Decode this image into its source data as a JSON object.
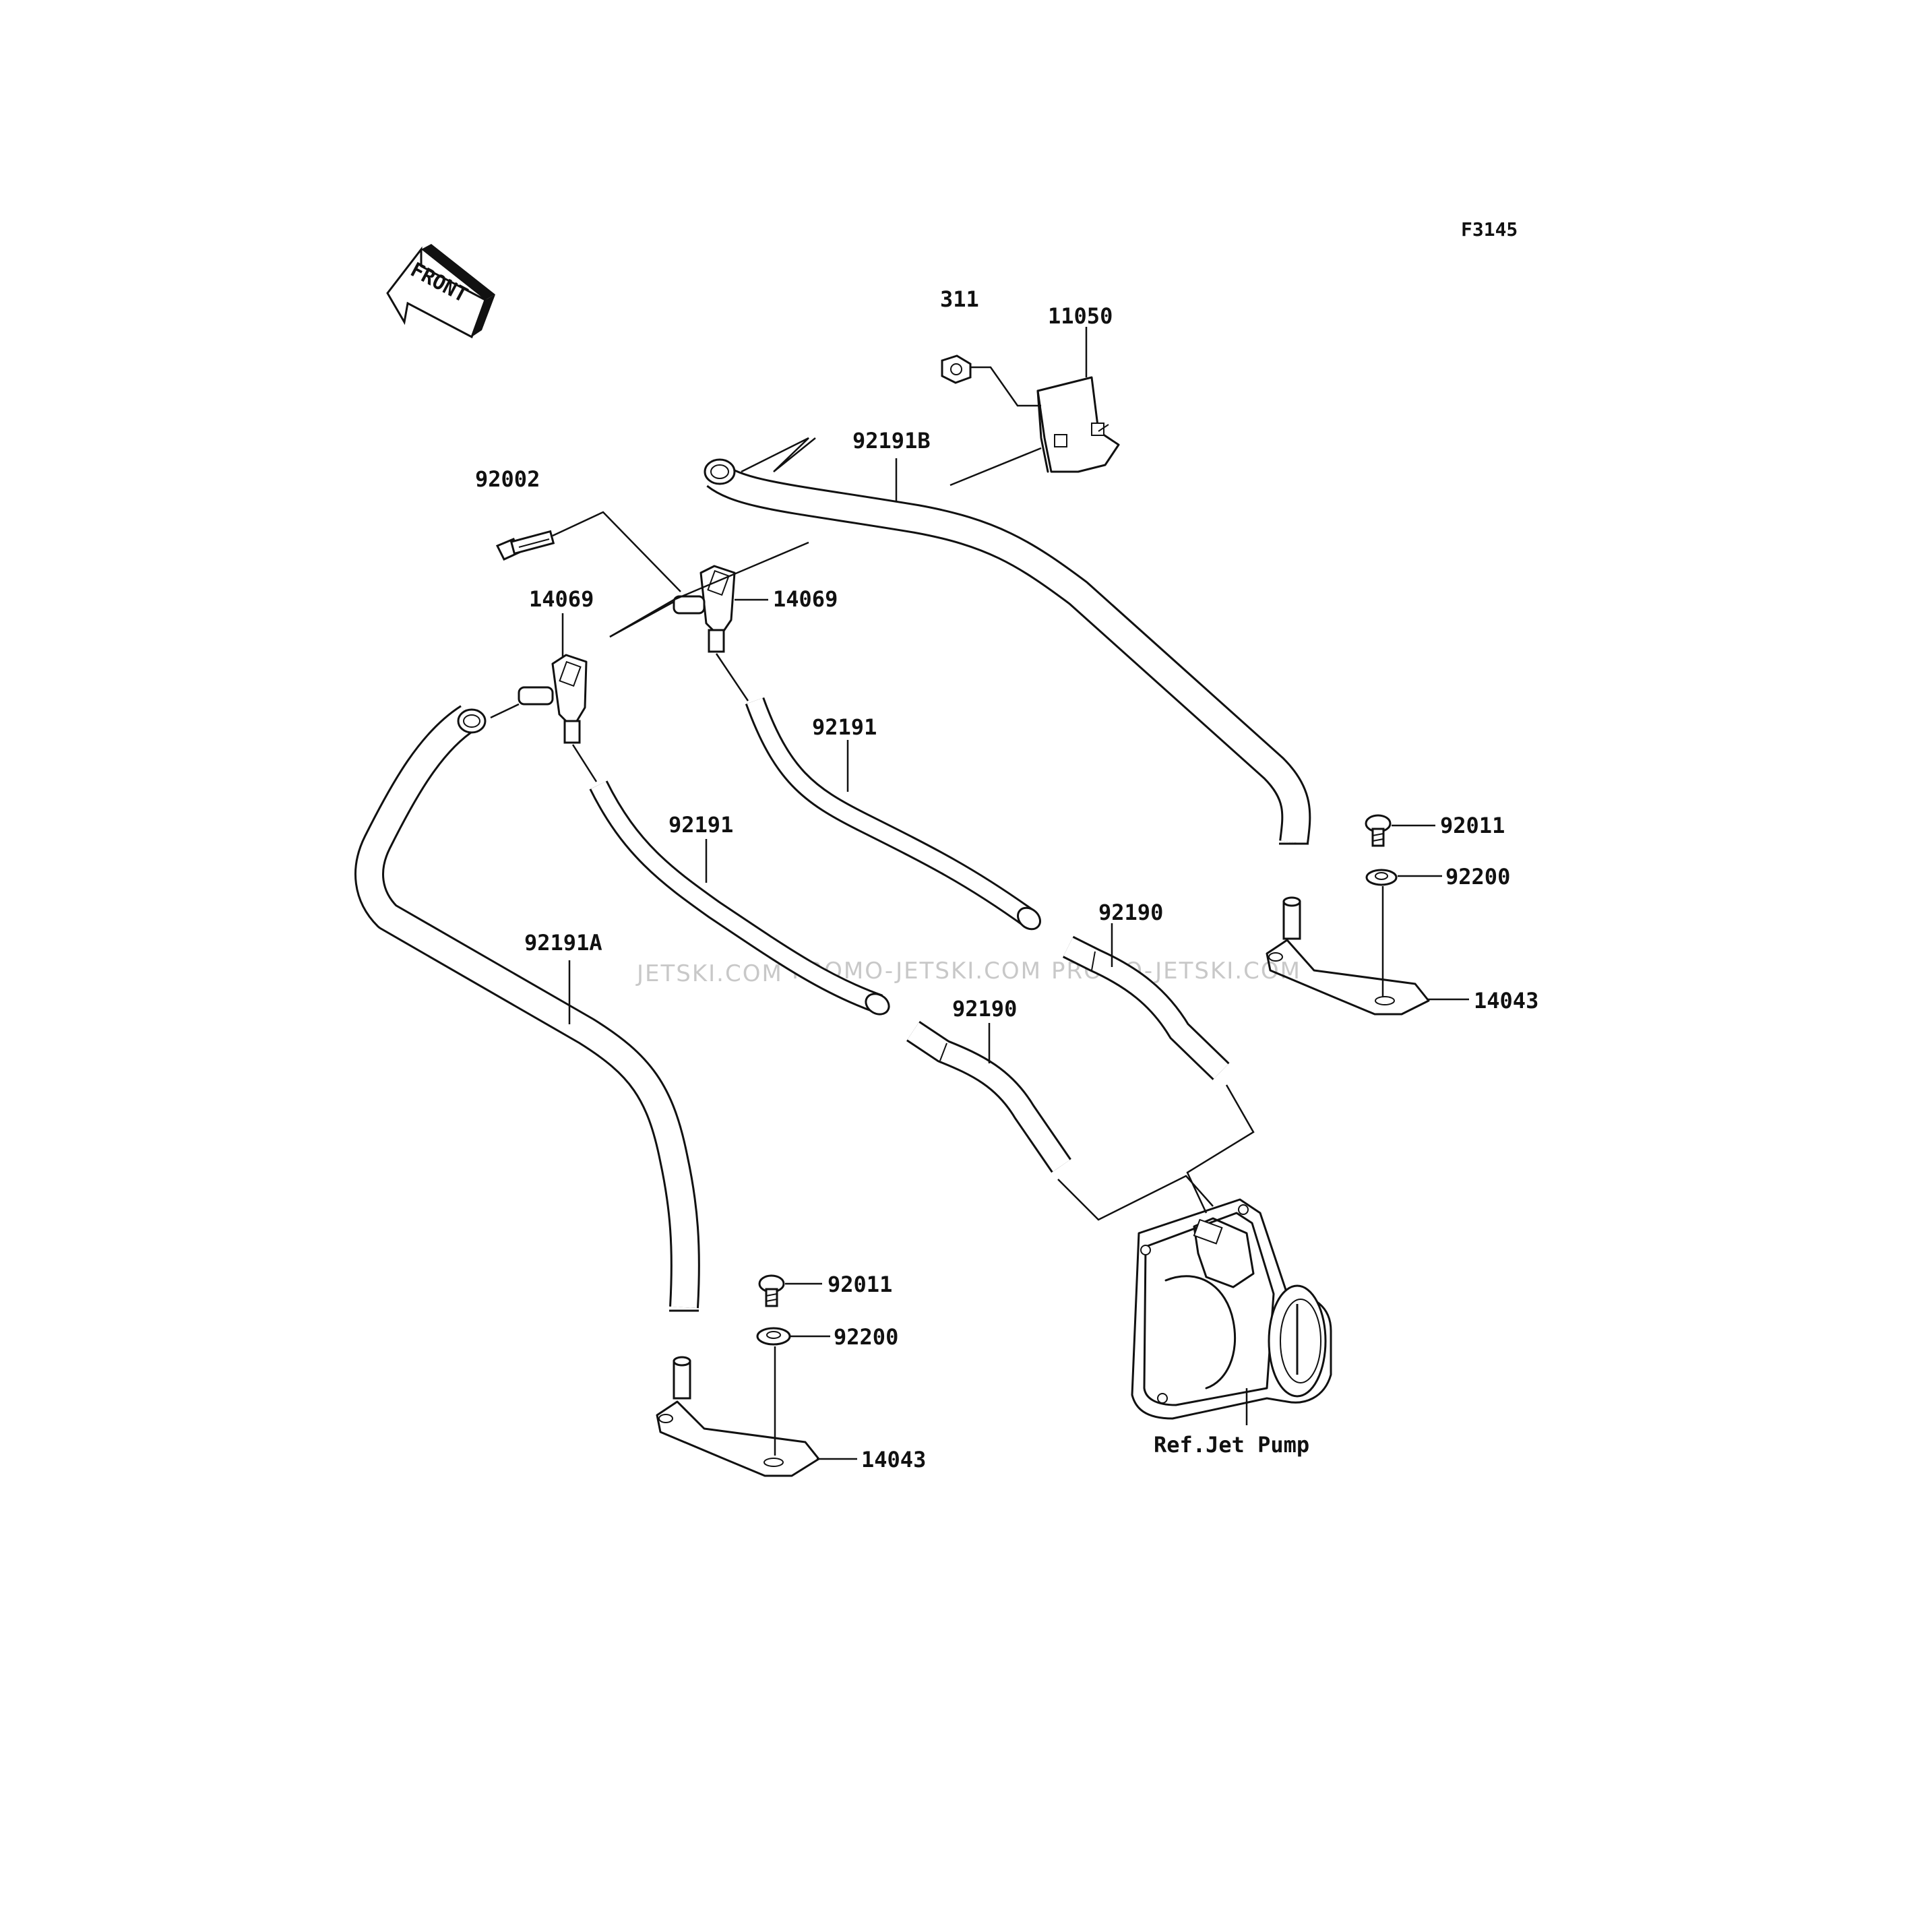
{
  "diagram": {
    "code": "F3145",
    "front_label": "FRONT",
    "callouts": {
      "nut": "311",
      "bracket": "11050",
      "hose_b": "92191B",
      "bolt": "92002",
      "fitting_right": "14069",
      "fitting_left": "14069",
      "hose_right": "92191",
      "hose_left": "92191",
      "hose_a": "92191A",
      "pipe_right": "92190",
      "pipe_left": "92190",
      "screw_right": "92011",
      "washer_right": "92200",
      "outlet_right": "14043",
      "screw_left": "92011",
      "washer_left": "92200",
      "outlet_left": "14043",
      "jet_pump": "Ref.Jet Pump"
    },
    "watermarks": [
      "JETSKI.COM",
      "PROMO-JETSKI.COM",
      "PROMO-JETSKI.COM"
    ]
  }
}
